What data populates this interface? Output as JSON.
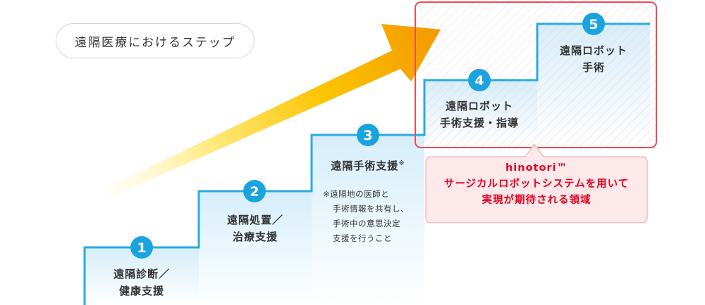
{
  "title": "遠隔医療におけるステップ",
  "steps": [
    {
      "number": "1",
      "label_lines": [
        "遠隔診断／",
        "健康支援"
      ]
    },
    {
      "number": "2",
      "label_lines": [
        "遠隔処置／",
        "治療支援"
      ]
    },
    {
      "number": "3",
      "label_lines": [
        "遠隔手術支援"
      ],
      "note_mark": "※"
    },
    {
      "number": "4",
      "label_lines": [
        "遠隔ロボット",
        "手術支援・指導"
      ]
    },
    {
      "number": "5",
      "label_lines": [
        "遠隔ロボット",
        "手術"
      ]
    }
  ],
  "note_lines": [
    "※遠隔地の医師と",
    "手術情報を共有し、",
    "手術中の意思決定",
    "支援を行うこと"
  ],
  "callout": {
    "brand": "hinotori™",
    "lines": [
      "サージカルロボットシステムを用いて",
      "実現が期待される領域"
    ]
  },
  "colors": {
    "step_line": "#29abe2",
    "step_badge": "#1ba3df",
    "arrow_start": "#fff6c0",
    "arrow_end": "#f39800",
    "highlight_border": "#ef4b54",
    "callout_bg": "#fde8ea",
    "callout_text": "#e6001f"
  }
}
